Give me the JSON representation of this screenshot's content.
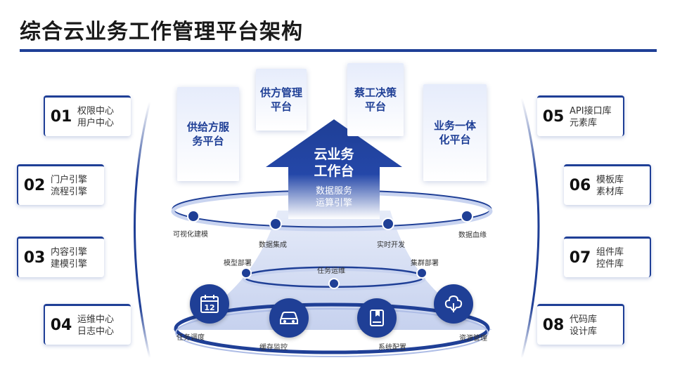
{
  "title": "综合云业务工作管理平台架构",
  "left_cards": [
    {
      "num": "01",
      "line1": "权限中心",
      "line2": "用户中心"
    },
    {
      "num": "02",
      "line1": "门户引擎",
      "line2": "流程引擎"
    },
    {
      "num": "03",
      "line1": "内容引擎",
      "line2": "建模引擎"
    },
    {
      "num": "04",
      "line1": "运维中心",
      "line2": "日志中心"
    }
  ],
  "right_cards": [
    {
      "num": "05",
      "line1": "API接口库",
      "line2": "元素库"
    },
    {
      "num": "06",
      "line1": "模板库",
      "line2": "素材库"
    },
    {
      "num": "07",
      "line1": "组件库",
      "line2": "控件库"
    },
    {
      "num": "08",
      "line1": "代码库",
      "line2": "设计库"
    }
  ],
  "panels": {
    "p1": {
      "line1": "供给方服",
      "line2": "务平台"
    },
    "p2": {
      "line1": "供方管理",
      "line2": "平台"
    },
    "p3": {
      "line1": "蔡工决策",
      "line2": "平台"
    },
    "p4": {
      "line1": "业务一体",
      "line2": "化平台"
    }
  },
  "center": {
    "title1": "云业务",
    "title2": "工作台",
    "sub1": "数据服务",
    "sub2": "运算引擎"
  },
  "ring1_labels": {
    "a": "可视化建模",
    "b": "数据集成",
    "c": "实时开发",
    "d": "数据血缘"
  },
  "ring2_labels": {
    "a": "模型部署",
    "b": "任务运维",
    "c": "集群部署"
  },
  "bottom_labels": {
    "a": "任务调度",
    "b": "缓存监控",
    "c": "系统配置",
    "d": "资源管理"
  },
  "calendar_day": "12",
  "icons": [
    "calendar-icon",
    "car-icon",
    "book-icon",
    "cloud-icon"
  ],
  "colors": {
    "accent": "#1f3f96"
  }
}
